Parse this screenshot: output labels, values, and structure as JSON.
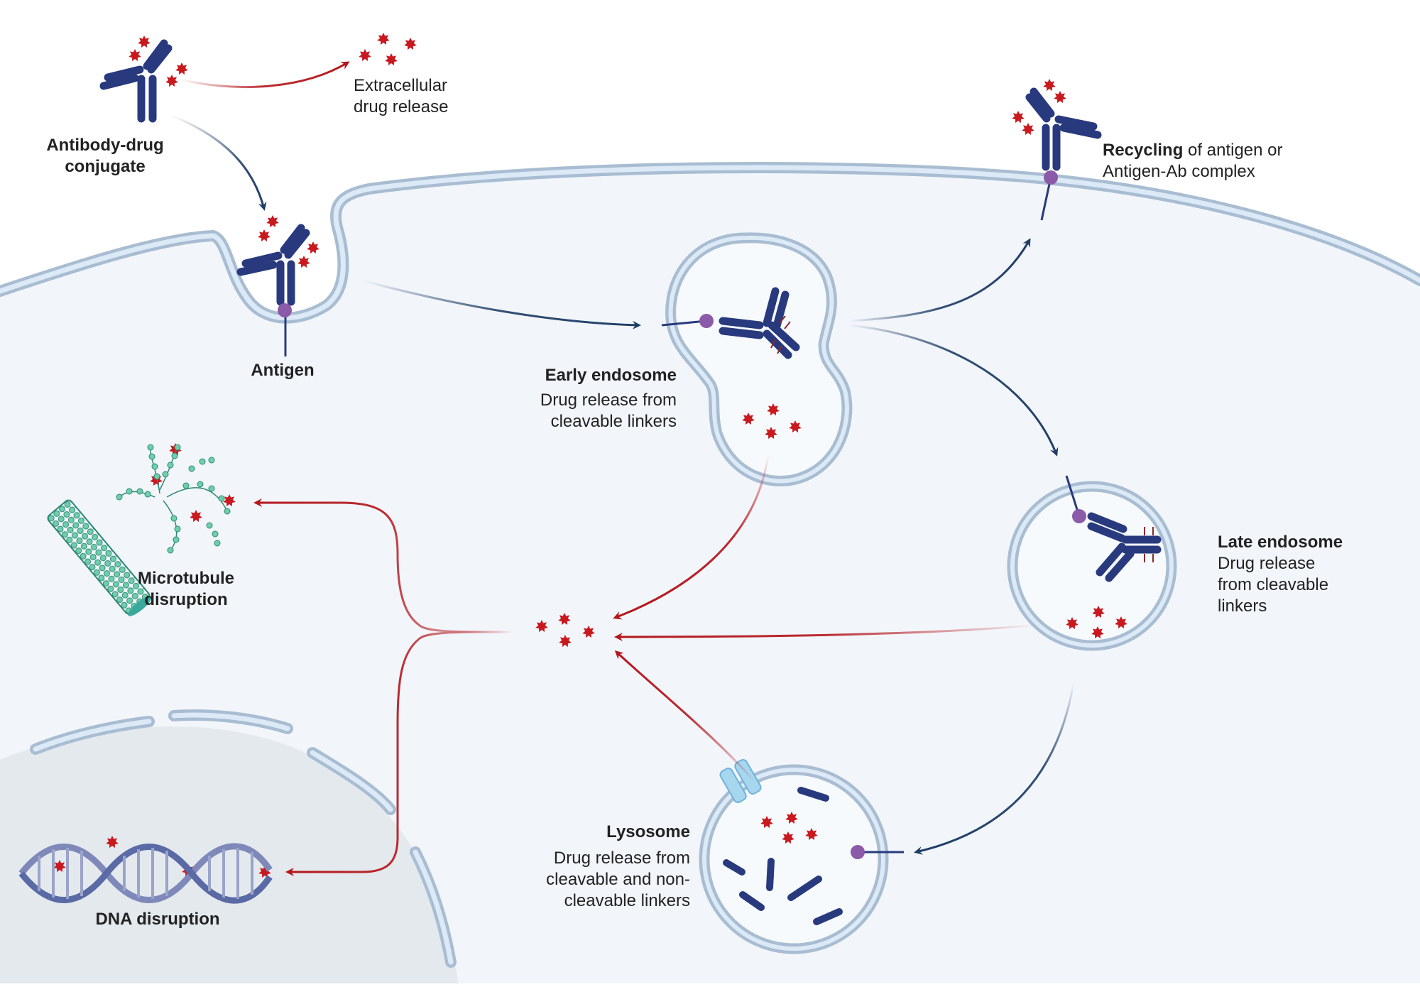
{
  "colors": {
    "ab_blue": "#283a7d",
    "drug_red": "#c8191f",
    "arrow_blue": "#1f3d66",
    "arrow_red": "#b4161c",
    "membrane": "#a9bdd2",
    "membrane_fill": "#dce9f6",
    "cytoplasm": "#f2f6fb",
    "nucleus": "#e4e9ee",
    "antigen": "#8b5aa8",
    "tubule": "#3aa89a",
    "dna": "#7f89b9"
  },
  "labels": {
    "adc_title": "Antibody-drug",
    "adc_title2": "conjugate",
    "extracellular1": "Extracellular",
    "extracellular2": "drug release",
    "antigen": "Antigen",
    "recycling_bold": "Recycling",
    "recycling_rest": " of antigen or",
    "recycling2": "Antigen-Ab complex",
    "early_title": "Early endosome",
    "early_1": "Drug release from",
    "early_2": "cleavable linkers",
    "late_title": "Late endosome",
    "late_1": "Drug release",
    "late_2": "from cleavable",
    "late_3": "linkers",
    "lyso_title": "Lysosome",
    "lyso_1": "Drug release from",
    "lyso_2": "cleavable and non-",
    "lyso_3": "cleavable linkers",
    "micro_1": "Microtubule",
    "micro_2": "disruption",
    "dna": "DNA disruption"
  }
}
